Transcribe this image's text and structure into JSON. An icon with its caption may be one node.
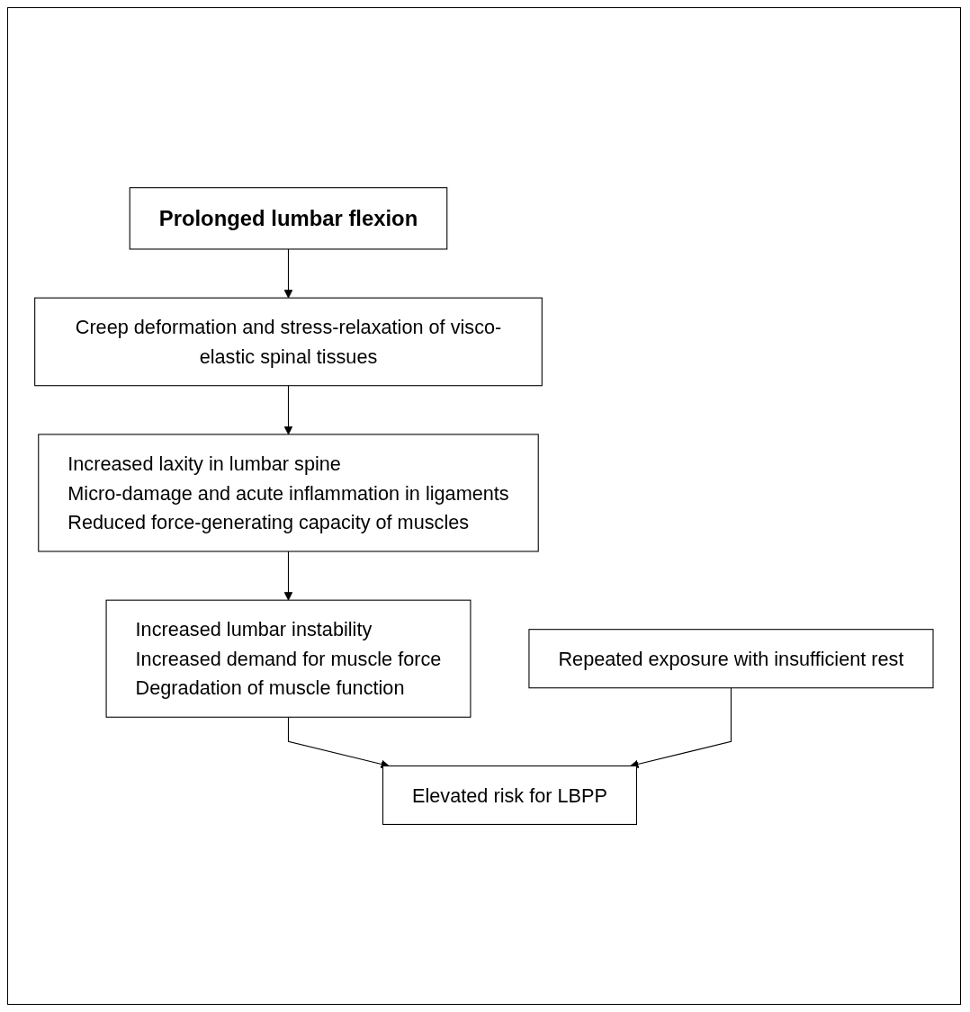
{
  "diagram": {
    "nodes": [
      {
        "text": [
          "Prolonged lumbar flexion"
        ]
      },
      {
        "text": [
          "Creep deformation and stress-relaxation of visco-elastic spinal tissues"
        ]
      },
      {
        "text": [
          "Increased laxity in lumbar spine",
          "Micro-damage and acute inflammation in ligaments",
          "Reduced force-generating capacity of muscles"
        ]
      },
      {
        "text": [
          "Increased lumbar instability",
          "Increased demand for muscle force",
          "Degradation of muscle function"
        ]
      },
      {
        "text": [
          "Repeated exposure with insufficient rest"
        ]
      },
      {
        "text": [
          "Elevated risk for LBPP"
        ]
      }
    ],
    "edges": [
      {
        "from": 0,
        "to": 1,
        "arrow": "to"
      },
      {
        "from": 1,
        "to": 2,
        "arrow": "to"
      },
      {
        "from": 2,
        "to": 3,
        "arrow": "to"
      },
      {
        "from": 3,
        "to": 5,
        "arrow": "to"
      },
      {
        "from": 4,
        "to": 5,
        "arrow": "to"
      }
    ]
  }
}
